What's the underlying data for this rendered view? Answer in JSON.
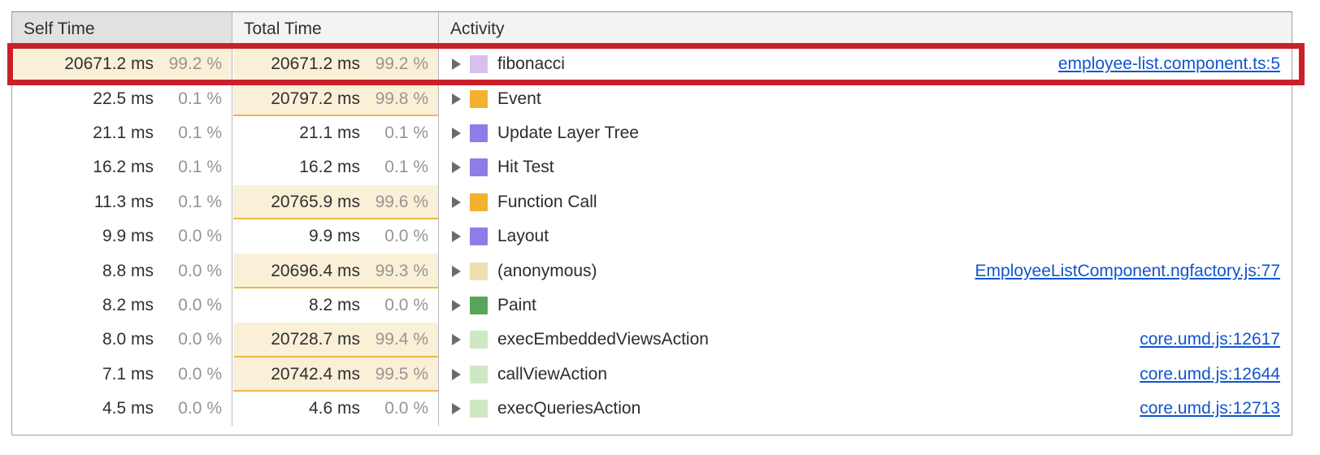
{
  "panel": {
    "name": "performance-bottom-up-tree",
    "columns": [
      {
        "key": "self",
        "label": "Self Time",
        "sorted": true
      },
      {
        "key": "total",
        "label": "Total Time",
        "sorted": false
      },
      {
        "key": "activity",
        "label": "Activity",
        "sorted": false
      }
    ]
  },
  "colors": {
    "scripting": "#f2b230",
    "scripting_light": "#eddfaf",
    "rendering": "#8f7ce8",
    "painting": "#58a65c",
    "function_light_green": "#cfe8c4",
    "function_light_purple": "#d7c0ee",
    "bar_fill": "#faf0d7",
    "bar_border": "#eeb64a",
    "link": "#1155cc",
    "annotation": "#c9202a",
    "header_bg": "#f3f3f3",
    "header_sorted_bg": "#e1e1e1"
  },
  "annotation": {
    "name": "highlighted-row-outline",
    "target_row_index": 0,
    "color": "#c9202a"
  },
  "rows": [
    {
      "activity": "fibonacci",
      "self_time": "20671.2 ms",
      "self_pct": "99.2 %",
      "self_bar": 99.2,
      "total_time": "20671.2 ms",
      "total_pct": "99.2 %",
      "total_bar": 99.2,
      "swatch": "#d7c0ee",
      "link": "employee-list.component.ts:5",
      "highlighted": true
    },
    {
      "activity": "Event",
      "self_time": "22.5 ms",
      "self_pct": "0.1 %",
      "self_bar": 0,
      "total_time": "20797.2 ms",
      "total_pct": "99.8 %",
      "total_bar": 99.8,
      "swatch": "#f2b230",
      "link": "",
      "highlighted": false
    },
    {
      "activity": "Update Layer Tree",
      "self_time": "21.1 ms",
      "self_pct": "0.1 %",
      "self_bar": 0,
      "total_time": "21.1 ms",
      "total_pct": "0.1 %",
      "total_bar": 0,
      "swatch": "#8f7ce8",
      "link": "",
      "highlighted": false
    },
    {
      "activity": "Hit Test",
      "self_time": "16.2 ms",
      "self_pct": "0.1 %",
      "self_bar": 0,
      "total_time": "16.2 ms",
      "total_pct": "0.1 %",
      "total_bar": 0,
      "swatch": "#8f7ce8",
      "link": "",
      "highlighted": false
    },
    {
      "activity": "Function Call",
      "self_time": "11.3 ms",
      "self_pct": "0.1 %",
      "self_bar": 0,
      "total_time": "20765.9 ms",
      "total_pct": "99.6 %",
      "total_bar": 99.6,
      "swatch": "#f2b230",
      "link": "",
      "highlighted": false
    },
    {
      "activity": "Layout",
      "self_time": "9.9 ms",
      "self_pct": "0.0 %",
      "self_bar": 0,
      "total_time": "9.9 ms",
      "total_pct": "0.0 %",
      "total_bar": 0,
      "swatch": "#8f7ce8",
      "link": "",
      "highlighted": false
    },
    {
      "activity": "(anonymous)",
      "self_time": "8.8 ms",
      "self_pct": "0.0 %",
      "self_bar": 0,
      "total_time": "20696.4 ms",
      "total_pct": "99.3 %",
      "total_bar": 99.3,
      "swatch": "#eddfaf",
      "link": "EmployeeListComponent.ngfactory.js:77",
      "highlighted": false
    },
    {
      "activity": "Paint",
      "self_time": "8.2 ms",
      "self_pct": "0.0 %",
      "self_bar": 0,
      "total_time": "8.2 ms",
      "total_pct": "0.0 %",
      "total_bar": 0,
      "swatch": "#58a65c",
      "link": "",
      "highlighted": false
    },
    {
      "activity": "execEmbeddedViewsAction",
      "self_time": "8.0 ms",
      "self_pct": "0.0 %",
      "self_bar": 0,
      "total_time": "20728.7 ms",
      "total_pct": "99.4 %",
      "total_bar": 99.4,
      "swatch": "#cfe8c4",
      "link": "core.umd.js:12617",
      "highlighted": false
    },
    {
      "activity": "callViewAction",
      "self_time": "7.1 ms",
      "self_pct": "0.0 %",
      "self_bar": 0,
      "total_time": "20742.4 ms",
      "total_pct": "99.5 %",
      "total_bar": 99.5,
      "swatch": "#cfe8c4",
      "link": "core.umd.js:12644",
      "highlighted": false
    },
    {
      "activity": "execQueriesAction",
      "self_time": "4.5 ms",
      "self_pct": "0.0 %",
      "self_bar": 0,
      "total_time": "4.6 ms",
      "total_pct": "0.0 %",
      "total_bar": 0,
      "swatch": "#cfe8c4",
      "link": "core.umd.js:12713",
      "highlighted": false
    }
  ]
}
